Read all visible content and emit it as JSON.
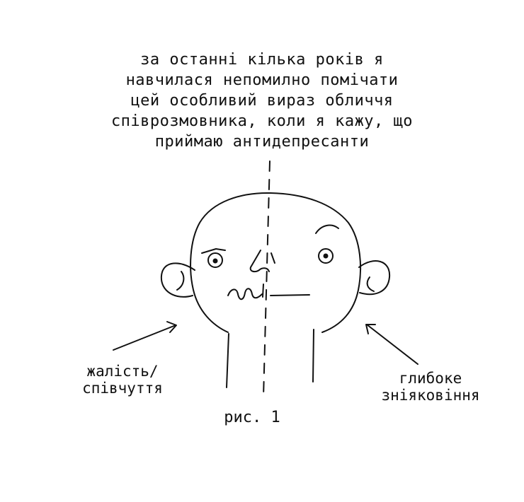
{
  "caption": {
    "lines": [
      "за останні кілька років я",
      "навчилася непомилно помічати",
      "цей особливий вираз обличчя",
      "співрозмовника, коли я кажу, що",
      "приймаю антидепресанти"
    ]
  },
  "annotations": {
    "left": [
      "жалість/",
      "співчуття"
    ],
    "right": [
      "глибоке",
      "зніяковіння"
    ]
  },
  "figure_label": "рис. 1"
}
